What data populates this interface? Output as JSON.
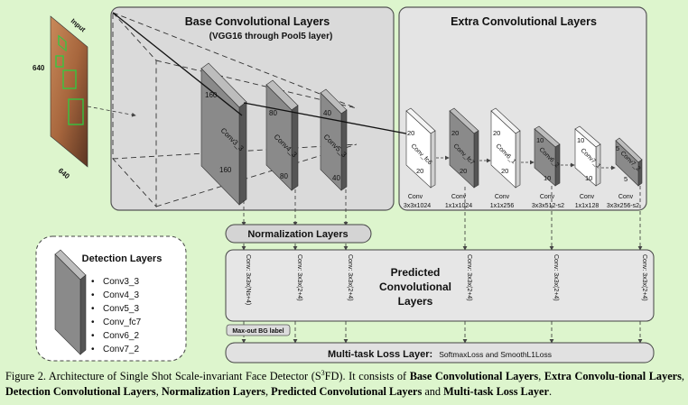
{
  "input": {
    "label": "Input",
    "size_h": "640",
    "size_w": "640"
  },
  "base_group": {
    "title": "Base Convolutional Layers",
    "subtitle": "(VGG16 through Pool5 layer)"
  },
  "extra_group": {
    "title": "Extra Convolutional Layers"
  },
  "base_layers": [
    {
      "name": "Conv3_3",
      "top": "160",
      "bottom": "160"
    },
    {
      "name": "Conv4_3",
      "top": "80",
      "bottom": "80"
    },
    {
      "name": "Conv5_3",
      "top": "40",
      "bottom": "40"
    }
  ],
  "extra_layers": [
    {
      "name": "Conv_fc6",
      "top": "20",
      "bottom": "20",
      "spec_a": "Conv",
      "spec_b": "3x3x1024"
    },
    {
      "name": "Conv_fc7",
      "top": "20",
      "bottom": "20",
      "spec_a": "Conv",
      "spec_b": "1x1x1024"
    },
    {
      "name": "Conv6_1",
      "top": "20",
      "bottom": "20",
      "spec_a": "Conv",
      "spec_b": "1x1x256"
    },
    {
      "name": "Conv6_2",
      "top": "10",
      "bottom": "10",
      "spec_a": "Conv",
      "spec_b": "3x3x512-s2"
    },
    {
      "name": "Conv7_1",
      "top": "10",
      "bottom": "10",
      "spec_a": "Conv",
      "spec_b": "1x1x128"
    },
    {
      "name": "Conv7_2",
      "top": "5",
      "bottom": "5",
      "spec_a": "Conv",
      "spec_b": "3x3x256-s2"
    }
  ],
  "normalization": {
    "label": "Normalization Layers"
  },
  "predicted": {
    "label_lines": [
      "Predicted",
      "Convolutional",
      "Layers"
    ],
    "convs": [
      "Conv: 3x3x(Ns+4)",
      "Conv: 3x3x(2+4)",
      "Conv: 3x3x(2+4)",
      "Conv: 3x3x(2+4)",
      "Conv: 3x3x(2+4)",
      "Conv: 3x3x(2+4)"
    ]
  },
  "maxout": {
    "label": "Max-out BG label"
  },
  "loss": {
    "label": "Multi-task Loss Layer:",
    "detail": "SoftmaxLoss and SmoothL1Loss"
  },
  "detection": {
    "title": "Detection Layers",
    "items": [
      "Conv3_3",
      "Conv4_3",
      "Conv5_3",
      "Conv_fc7",
      "Conv6_2",
      "Conv7_2"
    ]
  },
  "caption": {
    "prefix": "Figure 2. Architecture of Single Shot Scale-invariant Face Detector (S",
    "sup": "3",
    "after_sup": "FD). It consists of ",
    "b1": "Base Convolutional Layers",
    "sep1": ", ",
    "b2": "Extra Convolu-tional Layers",
    "sep2": ", ",
    "b3": "Detection Convolutional Layers",
    "sep3": ", ",
    "b4": "Normalization Layers",
    "sep4": ", ",
    "b5": "Predicted Convolutional Layers",
    "sep5": " and ",
    "b6": "Multi-task Loss Layer",
    "end": "."
  }
}
